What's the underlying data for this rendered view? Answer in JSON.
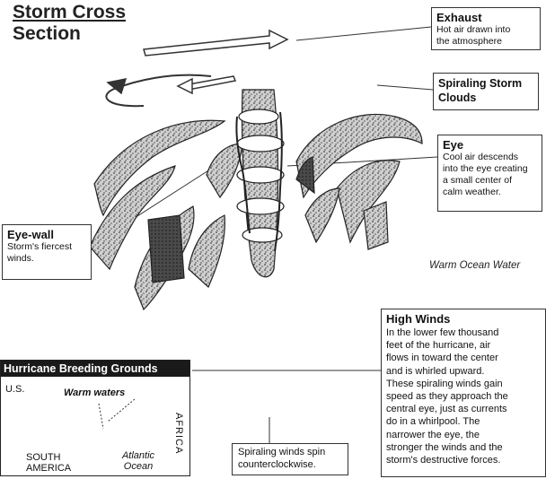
{
  "title": {
    "line1": "Storm Cross",
    "line2": "Section"
  },
  "exhaust": {
    "heading": "Exhaust",
    "line1": "Hot air drawn into",
    "line2": "the atmosphere"
  },
  "spiraling_clouds": {
    "line1": "Spiraling Storm",
    "line2": "Clouds"
  },
  "eye": {
    "heading": "Eye",
    "lines": [
      "Cool air descends",
      "into the eye creating",
      "a small center of",
      "calm weather."
    ]
  },
  "eye_wall": {
    "heading": "Eye-wall",
    "lines": [
      "Storm's fiercest",
      "winds."
    ]
  },
  "warm_ocean": "Warm Ocean Water",
  "high_winds": {
    "heading": "High Winds",
    "lines": [
      "In the lower few thousand",
      "feet of the hurricane, air",
      "flows in toward the center",
      "and is whirled upward.",
      "These spiraling winds gain",
      "speed as they approach the",
      "central eye, just as currents",
      "do in a whirlpool. The",
      "narrower the eye, the",
      "stronger the winds and the",
      "storm's destructive forces."
    ]
  },
  "map": {
    "title": "Hurricane Breeding Grounds",
    "us": "U.S.",
    "warm_waters": "Warm waters",
    "africa": "AFRICA",
    "south_america": [
      "SOUTH",
      "AMERICA"
    ],
    "atlantic": [
      "Atlantic",
      "Ocean"
    ]
  },
  "spin_note": {
    "lines": [
      "Spiraling winds spin",
      "counterclockwise."
    ]
  }
}
